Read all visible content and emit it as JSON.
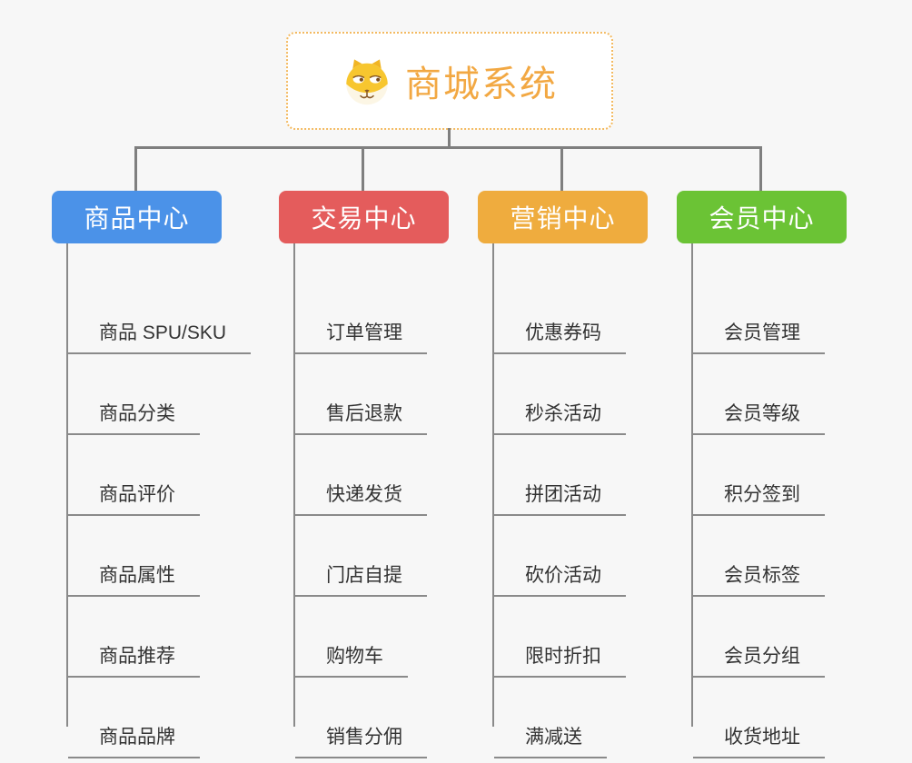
{
  "app": {
    "background_color": "#F7F7F7",
    "connector_color": "#7F7F7F",
    "item_line_color": "#8A8A8A",
    "item_text_color": "#333333"
  },
  "root": {
    "title": "商城系统",
    "icon": "dog-face-icon",
    "title_color": "#F2A843",
    "border_color": "#F3BA61"
  },
  "branches": [
    {
      "label": "商品中心",
      "color": "#4B92E8",
      "items": [
        "商品 SPU/SKU",
        "商品分类",
        "商品评价",
        "商品属性",
        "商品推荐",
        "商品品牌"
      ]
    },
    {
      "label": "交易中心",
      "color": "#E45C5C",
      "items": [
        "订单管理",
        "售后退款",
        "快递发货",
        "门店自提",
        "购物车",
        "销售分佣"
      ]
    },
    {
      "label": "营销中心",
      "color": "#EFAC3E",
      "items": [
        "优惠券码",
        "秒杀活动",
        "拼团活动",
        "砍价活动",
        "限时折扣",
        "满减送"
      ]
    },
    {
      "label": "会员中心",
      "color": "#6BC335",
      "items": [
        "会员管理",
        "会员等级",
        "积分签到",
        "会员标签",
        "会员分组",
        "收货地址"
      ]
    }
  ]
}
